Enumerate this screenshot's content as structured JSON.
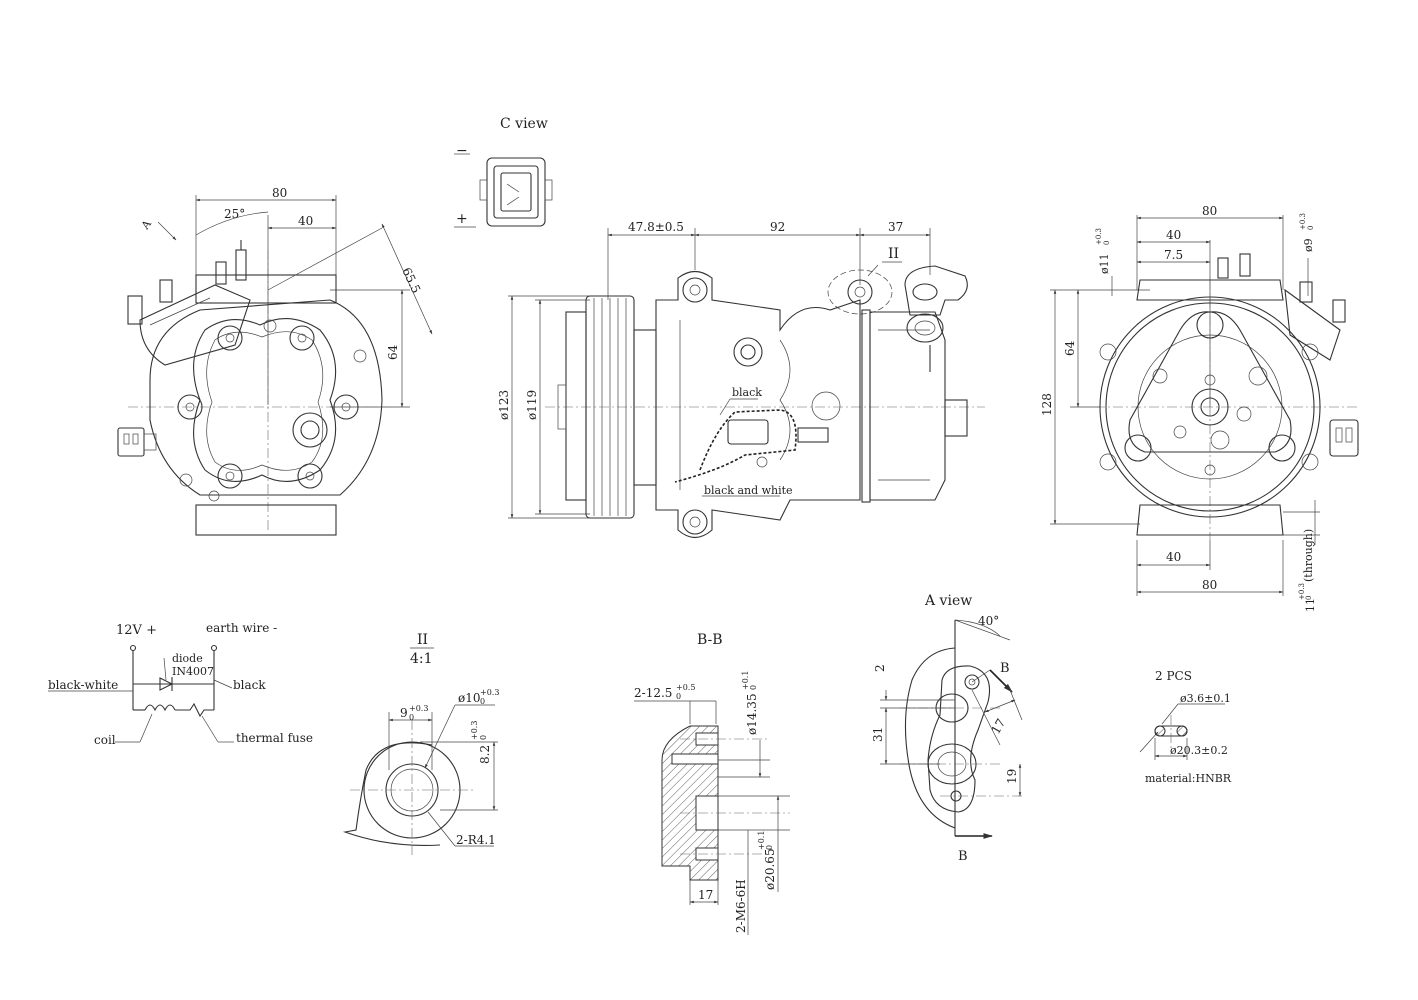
{
  "views": {
    "c_view": {
      "title": "C view",
      "minus": "−",
      "plus": "+"
    },
    "a_view": {
      "title": "A view",
      "angle": "40°",
      "section_marker": "B",
      "dim_2": "2",
      "dim_31": "31",
      "dim_17": "17",
      "dim_19": "19"
    },
    "detail_ii": {
      "label": "II",
      "scale": "4:1",
      "dim_9": "9",
      "dim_9_tol_upper": "+0.3",
      "dim_9_tol_lower": "0",
      "dim_10": "ø10",
      "dim_10_tol_upper": "+0.3",
      "dim_10_tol_lower": "0",
      "dim_82": "8.2",
      "dim_82_tol_upper": "+0.3",
      "dim_82_tol_lower": "0",
      "radius": "2-R4.1"
    },
    "section_bb": {
      "title": "B-B",
      "thread_depth": "2-12.5",
      "thread_depth_tol_upper": "+0.5",
      "thread_depth_tol_lower": "0",
      "bore_1": "ø14.35",
      "bore_1_tol_upper": "+0.1",
      "bore_1_tol_lower": "0",
      "bore_2": "ø20.65",
      "bore_2_tol_upper": "+0.1",
      "bore_2_tol_lower": "0",
      "thread": "2-M6-6H",
      "dim_17": "17"
    },
    "front_view": {
      "arrow_label": "A",
      "dim_80": "80",
      "dim_40": "40",
      "angle_25": "25°",
      "dim_655": "65.5",
      "dim_64": "64"
    },
    "side_view": {
      "dim_478": "47.8±0.5",
      "dim_92": "92",
      "dim_37": "37",
      "section_ii": "II",
      "dia_123": "ø123",
      "dia_119": "ø119",
      "wire_black": "black",
      "wire_black_white": "black and white"
    },
    "rear_view": {
      "dim_80_top": "80",
      "dim_40_top": "40",
      "dim_75": "7.5",
      "dim_11": "ø11",
      "dim_11_tol_upper": "+0.3",
      "dim_11_tol_lower": "0",
      "dim_9": "ø9",
      "dim_9_tol_upper": "+0.3",
      "dim_9_tol_lower": "0",
      "dim_64": "64",
      "dim_128": "128",
      "dim_40_bottom": "40",
      "dim_80_bottom": "80",
      "dim_11_through": "11",
      "dim_11_through_tol_upper": "+0.3",
      "dim_11_through_tol_lower": "0",
      "dim_11_through_note": "(through)"
    },
    "wiring": {
      "positive": "12V +",
      "earth": "earth wire -",
      "diode": "diode",
      "diode_part": "IN4007",
      "black_white": "black-white",
      "black": "black",
      "coil": "coil",
      "thermal_fuse": "thermal fuse"
    },
    "o_ring": {
      "qty": "2 PCS",
      "cross_section": "ø3.6±0.1",
      "inner_dia": "ø20.3±0.2",
      "material": "material:HNBR"
    }
  }
}
